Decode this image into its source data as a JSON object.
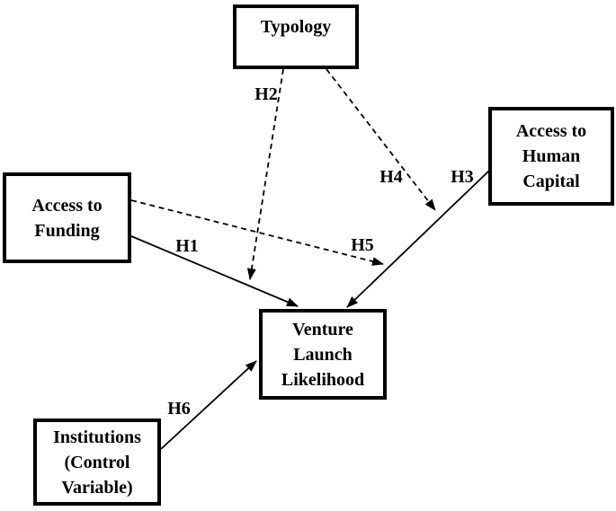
{
  "diagram": {
    "background_color": "#ffffff",
    "line_color": "#000000",
    "nodes": {
      "typology": {
        "label": "Typology"
      },
      "funding": {
        "label": "Access to\nFunding"
      },
      "human_capital": {
        "label": "Access to\nHuman\nCapital"
      },
      "venture": {
        "label": "Venture\nLaunch\nLikelihood"
      },
      "institutions": {
        "label": "Institutions\n(Control\nVariable)"
      }
    },
    "hypotheses": {
      "h1": {
        "label": "H1",
        "from": "Access to Funding",
        "to": "Venture Launch Likelihood",
        "style": "solid"
      },
      "h2": {
        "label": "H2",
        "from": "Typology",
        "to": "H1 path",
        "style": "dashed"
      },
      "h3": {
        "label": "H3",
        "from": "Access to Human Capital",
        "to": "Venture Launch Likelihood",
        "style": "solid"
      },
      "h4": {
        "label": "H4",
        "from": "Typology",
        "to": "H3 path",
        "style": "dashed"
      },
      "h5": {
        "label": "H5",
        "from": "Access to Funding",
        "to": "H3 path",
        "style": "dashed"
      },
      "h6": {
        "label": "H6",
        "from": "Institutions (Control Variable)",
        "to": "Venture Launch Likelihood",
        "style": "solid"
      }
    }
  }
}
